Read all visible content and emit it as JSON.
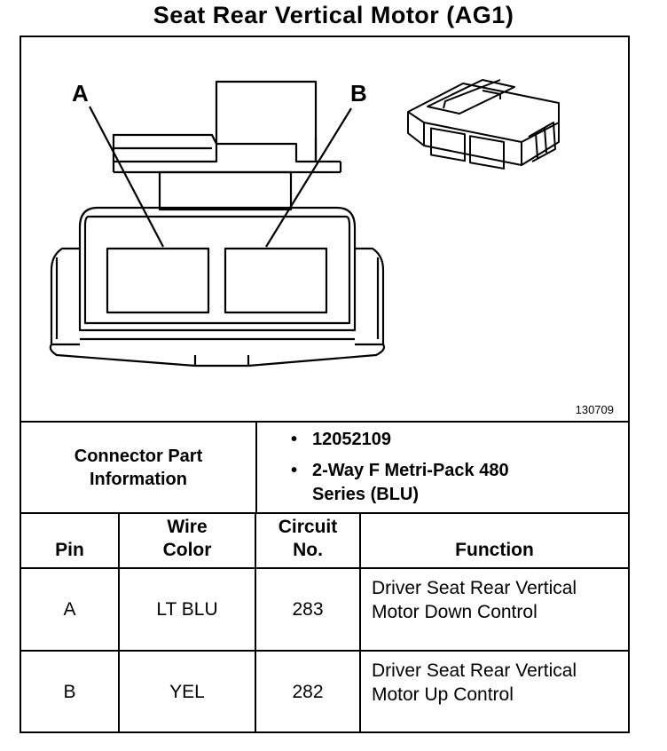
{
  "title": "Seat Rear Vertical Motor (AG1)",
  "figure": {
    "pin_a_label": "A",
    "pin_b_label": "B",
    "figure_number": "130709"
  },
  "connector_info": {
    "label": "Connector Part Information",
    "items": [
      "12052109",
      "2-Way F Metri-Pack 480 Series (BLU)"
    ]
  },
  "pin_table": {
    "headers": {
      "pin": "Pin",
      "wire_color": "Wire Color",
      "circuit": "Circuit No.",
      "function": "Function"
    },
    "rows": [
      {
        "pin": "A",
        "wire_color": "LT BLU",
        "circuit": "283",
        "function": "Driver Seat Rear Vertical Motor Down Control"
      },
      {
        "pin": "B",
        "wire_color": "YEL",
        "circuit": "282",
        "function": "Driver Seat Rear Vertical Motor Up Control"
      }
    ]
  }
}
